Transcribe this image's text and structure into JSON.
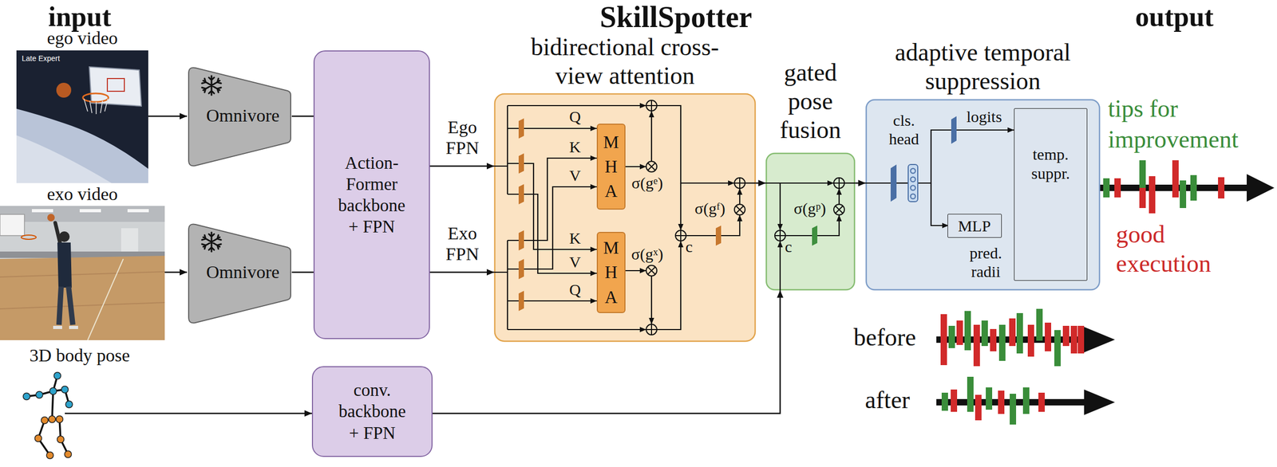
{
  "diagram": {
    "title": "SkillSpotter",
    "nodes": [
      {
        "text": [
          "ego video",
          "Late Expert"
        ]
      },
      {
        "text": [
          "Omnivore"
        ]
      },
      {
        "text": [
          "exo video"
        ]
      },
      {
        "text": [
          "Omnivore"
        ]
      },
      {
        "text": [
          "3D body pose"
        ]
      },
      {
        "text": [
          "Action- Former backbone + FPN"
        ]
      },
      {
        "text": [
          "conv. backbone + FPN"
        ]
      },
      {
        "text": [
          "bidirectional cross- view attention"
        ]
      },
      {
        "text": [
          "M H A"
        ],
        "in": 7
      },
      {
        "text": [
          "M H A"
        ],
        "in": 7
      },
      {
        "text": [
          "gated pose fusion"
        ]
      },
      {
        "text": [
          "adaptive temporal suppression"
        ]
      },
      {
        "text": [
          "MLP"
        ],
        "in": 11
      },
      {
        "text": [
          "temp. suppr."
        ],
        "in": 11
      }
    ],
    "edges": [
      {
        "from": 0,
        "to": 1,
        "arrow": "to"
      },
      {
        "from": 1,
        "to": 5,
        "arrow": "none"
      },
      {
        "from": 2,
        "to": 3,
        "arrow": "to"
      },
      {
        "from": 3,
        "to": 5,
        "arrow": "none"
      },
      {
        "from": 4,
        "to": 6,
        "arrow": "to"
      },
      {
        "from": 5,
        "to": 7,
        "label": "Ego FPN",
        "arrow": "to"
      },
      {
        "from": 5,
        "to": 7,
        "label": "Exo FPN",
        "arrow": "to"
      },
      {
        "from": 6,
        "to": 10,
        "arrow": "to"
      },
      {
        "from": 7,
        "to": 10,
        "arrow": "to"
      },
      {
        "from": 10,
        "to": 11,
        "arrow": "to"
      },
      {
        "from": 12,
        "to": 13,
        "arrow": "to"
      }
    ],
    "labels": [
      "input",
      "output",
      "Q",
      "K",
      "V",
      "K",
      "V",
      "Q",
      "σ(gᵉ)",
      "σ(gˣ)",
      "c",
      "σ(gᶠ)",
      "σ(gᵖ)",
      "c",
      "cls. head",
      "logits",
      "pred. radii",
      "tips for improvement",
      "good execution",
      "before",
      "after"
    ]
  }
}
